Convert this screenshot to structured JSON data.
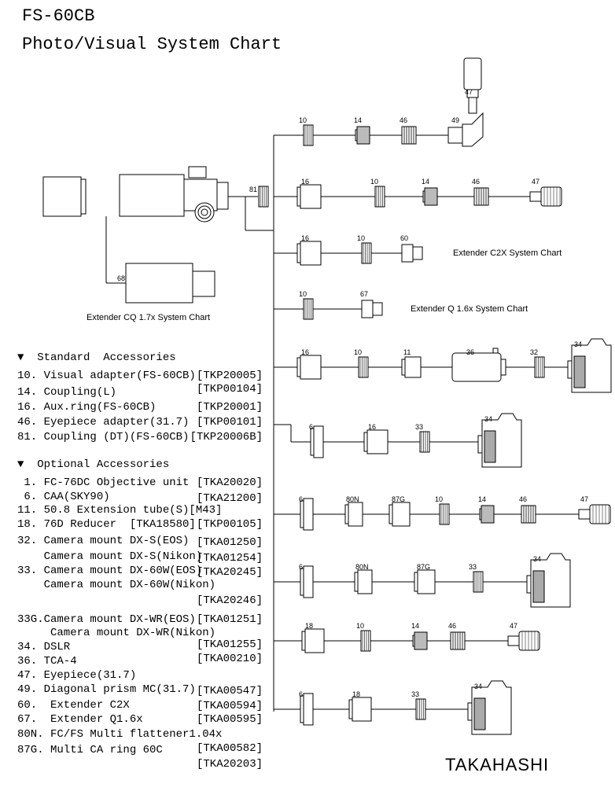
{
  "title_line1": "FS-60CB",
  "title_line2": "Photo/Visual System Chart",
  "brand": "TAKAHASHI",
  "notes": {
    "extender_cq": "Extender CQ 1.7x System Chart",
    "extender_c2x": "Extender C2X System Chart",
    "extender_q": "Extender Q 1.6x System Chart"
  },
  "scope_labels": {
    "coupling": "81",
    "extender_cq": "68"
  },
  "rows": [
    [
      "10",
      "14",
      "46",
      "49",
      "47"
    ],
    [
      "16",
      "10",
      "14",
      "46",
      "47"
    ],
    [
      "16",
      "10",
      "60"
    ],
    [
      "10",
      "67"
    ],
    [
      "16",
      "10",
      "11",
      "36",
      "32",
      "34"
    ],
    [
      "6",
      "16",
      "33",
      "34"
    ],
    [
      "6",
      "80N",
      "87G",
      "10",
      "14",
      "46",
      "47"
    ],
    [
      "6",
      "80N",
      "87G",
      "33",
      "34"
    ],
    [
      "18",
      "10",
      "14",
      "46",
      "47"
    ],
    [
      "6",
      "18",
      "33",
      "34"
    ]
  ],
  "standard_header": "▼  Standard  Accessories",
  "optional_header": "▼  Optional Accessories",
  "standard": [
    {
      "text": "10. Visual adapter(FS-60CB)",
      "code": "[TKP20005]"
    },
    {
      "text": "14. Coupling(L)",
      "code": "[TKP00104]"
    },
    {
      "text": "16. Aux.ring(FS-60CB)",
      "code": "[TKP20001]"
    },
    {
      "text": "46. Eyepiece adapter(31.7)",
      "code": "[TKP00101]"
    },
    {
      "text": "81. Coupling (DT)(FS-60CB)",
      "code": "[TKP20006B]"
    }
  ],
  "optional": [
    {
      "text": " 1. FC-76DC Objective unit",
      "code": "[TKA20020]"
    },
    {
      "text": " 6. CAA(SKY90)",
      "code": "[TKA21200]"
    },
    {
      "text": "11. 50.8 Extension tube(S)[M43]",
      "code": ""
    },
    {
      "text": "18. 76D Reducer  [TKA18580]",
      "code": "[TKP00105]"
    },
    {
      "text": "32. Camera mount DX-S(EOS)",
      "code": "[TKA01250]"
    },
    {
      "text": "    Camera mount DX-S(Nikon)",
      "code": "[TKA01254]"
    },
    {
      "text": "33. Camera mount DX-60W(EOS)",
      "code": "[TKA20245]"
    },
    {
      "text": "    Camera mount DX-60W(Nikon)",
      "code": "[TKA20246]"
    },
    {
      "text": "33G.Camera mount DX-WR(EOS)",
      "code": "[TKA01251]"
    },
    {
      "text": "     Camera mount DX-WR(Nikon)",
      "code": "[TKA01255]"
    },
    {
      "text": "34. DSLR",
      "code": "[TKA00210]"
    },
    {
      "text": "36. TCA-4",
      "code": ""
    },
    {
      "text": "47. Eyepiece(31.7)",
      "code": ""
    },
    {
      "text": "49. Diagonal prism MC(31.7)",
      "code": "[TKA00547]"
    },
    {
      "text": "60.  Extender C2X",
      "code": "[TKA00594]"
    },
    {
      "text": "67.  Extender Q1.6x",
      "code": "[TKA00595]"
    },
    {
      "text": "80N. FC/FS Multi flattener1.04x",
      "code": "[TKA00582]"
    },
    {
      "text": "87G. Multi CA ring 60C",
      "code": "[TKA20203]"
    }
  ]
}
